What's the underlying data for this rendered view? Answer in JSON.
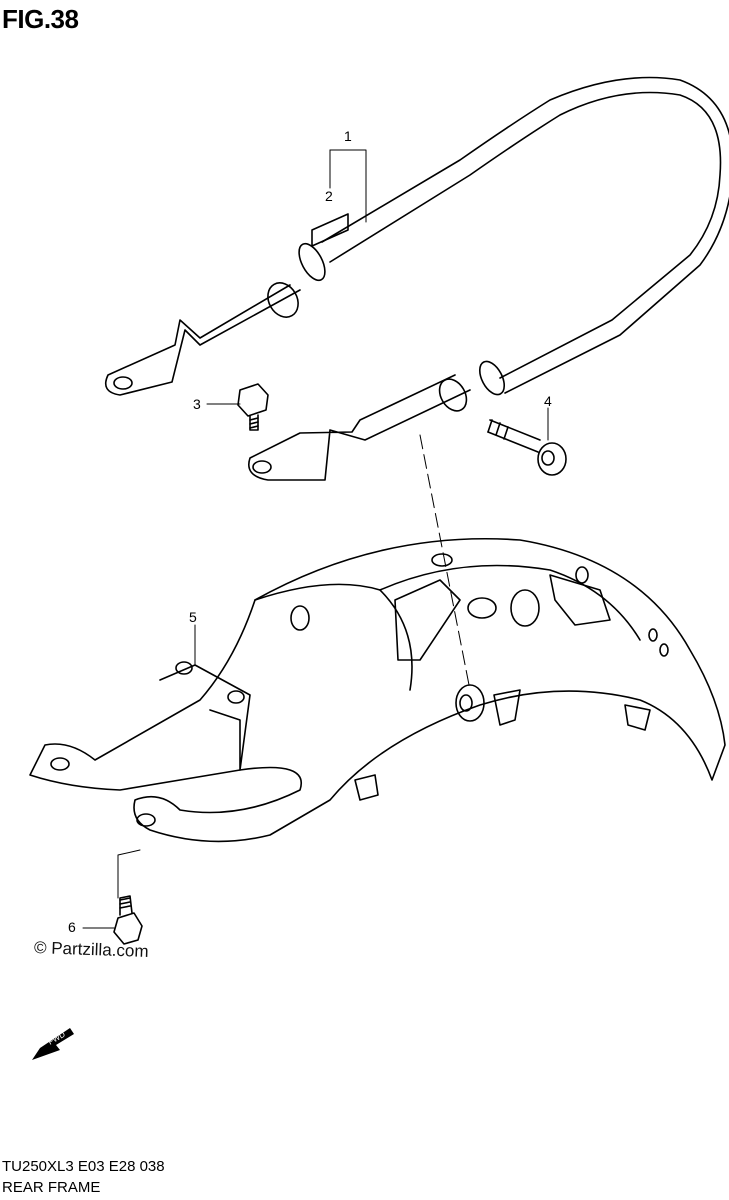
{
  "figure": {
    "title": "FIG.38"
  },
  "callouts": [
    "1",
    "2",
    "3",
    "4",
    "5",
    "6"
  ],
  "watermark": "© Partzilla.com",
  "direction_arrow": "FWD",
  "footer": {
    "model_code": "TU250XL3  E03  E28  038",
    "part_group": "REAR FRAME"
  }
}
